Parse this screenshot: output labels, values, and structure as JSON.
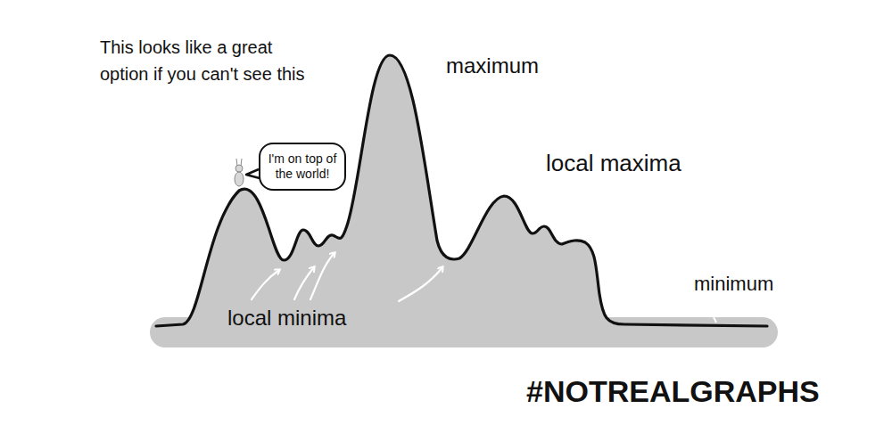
{
  "diagram": {
    "nodes": [
      {
        "text": [
          "I'm on top of the world!"
        ]
      }
    ],
    "labels": [
      "This looks like a great option if you can't see this",
      "maximum",
      "local maxima",
      "local minima",
      "minimum",
      "#NOTREALGRAPHS"
    ]
  }
}
